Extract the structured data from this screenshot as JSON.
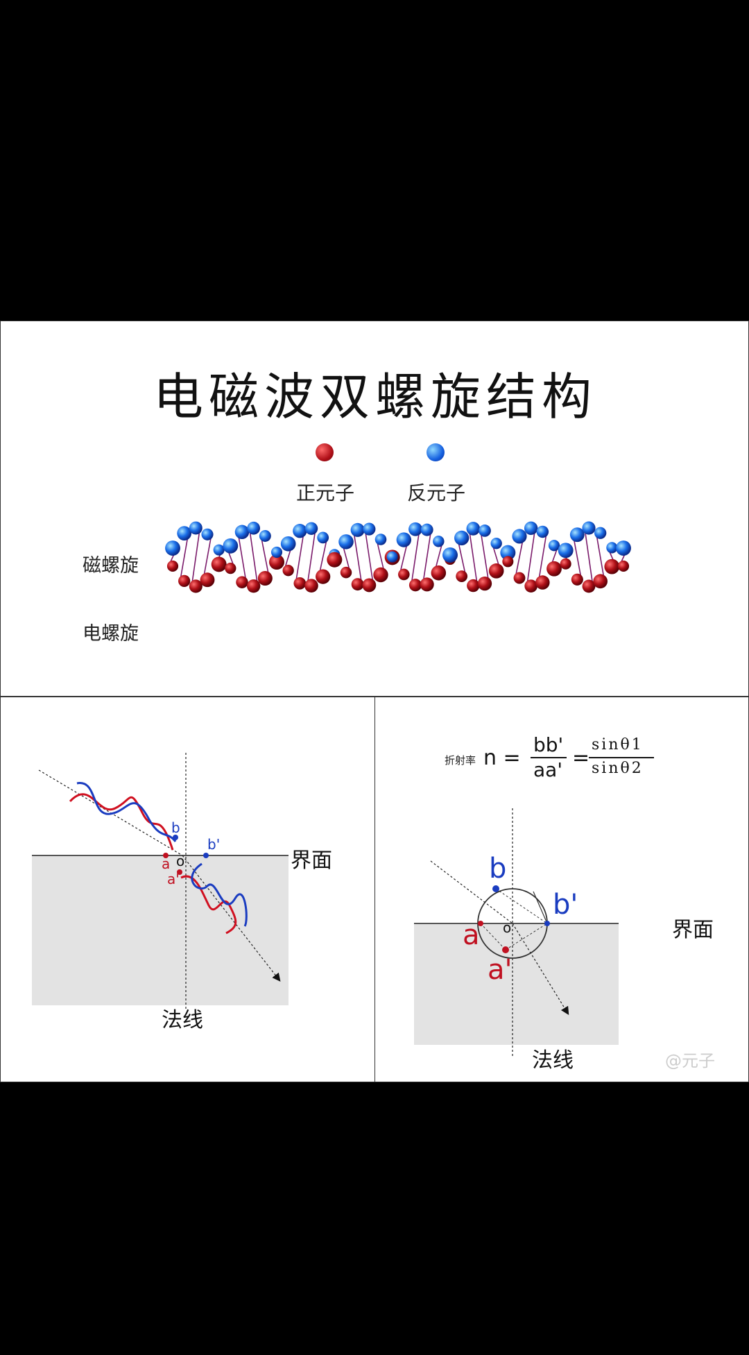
{
  "title": "电磁波双螺旋结构",
  "legend": {
    "positive": "正元子",
    "negative": "反元子",
    "positive_color": "#b01018",
    "negative_color": "#1560e0"
  },
  "helix": {
    "magnetic_label": "磁螺旋",
    "electric_label": "电螺旋"
  },
  "left_diagram": {
    "interface_label": "界面",
    "normal_label": "法线",
    "point_b": "b",
    "point_b_prime": "b'",
    "point_a": "a",
    "point_a_prime": "a'",
    "point_o": "o"
  },
  "right_diagram": {
    "formula_prefix": "折射率",
    "formula_n": "n =",
    "formula_num": "bb'",
    "formula_den": "aa'",
    "formula_eq": "=",
    "formula_sin_num": "sinθ1",
    "formula_sin_den": "sinθ2",
    "interface_label": "界面",
    "normal_label": "法线",
    "point_b": "b",
    "point_b_prime": "b'",
    "point_a": "a",
    "point_a_prime": "a'",
    "point_o": "o"
  },
  "watermark": "@元子"
}
